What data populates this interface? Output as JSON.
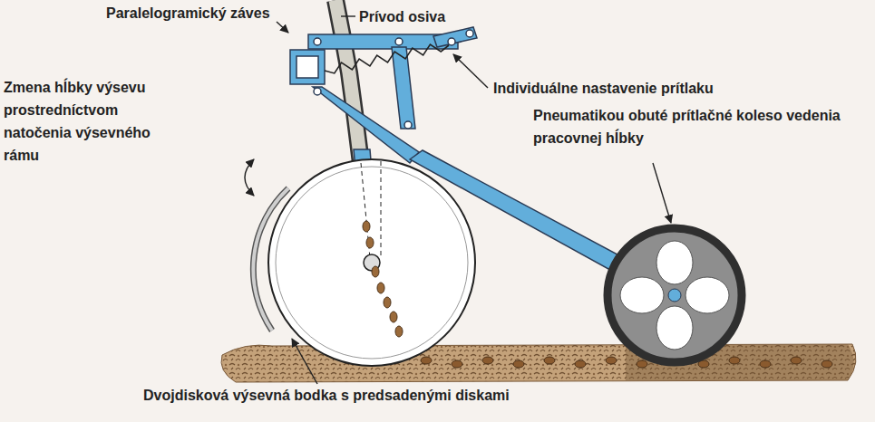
{
  "diagram": {
    "labels": [
      "Paralelogramický záves",
      "Prívod osiva",
      "Zmena hĺbky výsevu prostredníctvom natočenia výsevného rámu",
      "Individuálne nastavenie prítlaku",
      "Pneumatikou obuté prítlačné koleso vedenia pracovnej hĺbky",
      "Dvojdisková výsevná bodka s predsadenými diskami"
    ]
  }
}
